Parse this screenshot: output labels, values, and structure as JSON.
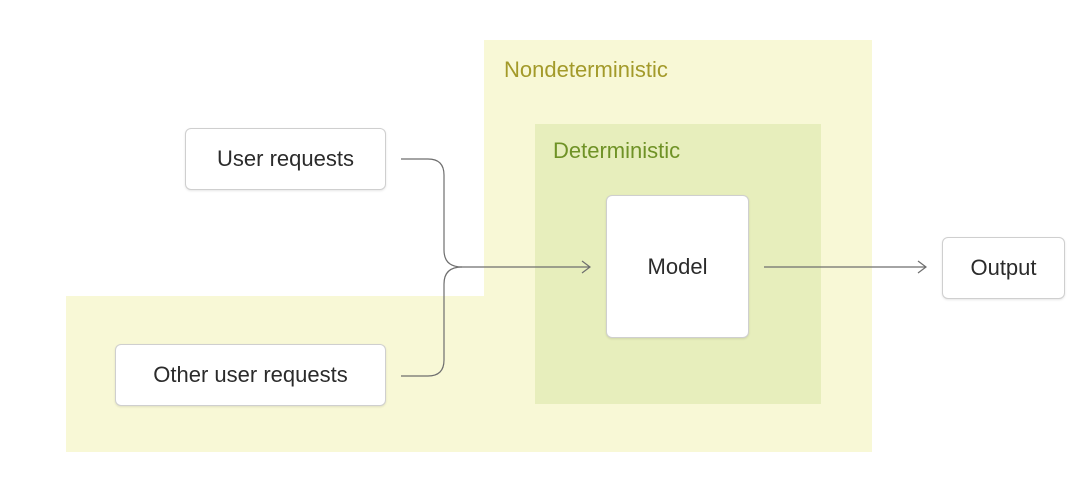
{
  "regions": {
    "nondeterministic_label": "Nondeterministic",
    "deterministic_label": "Deterministic",
    "colors": {
      "nondeterministic_fill": "#f8f8d6",
      "nondeterministic_text": "#a39a2a",
      "deterministic_fill": "#e7eebc",
      "deterministic_text": "#6f9226"
    }
  },
  "nodes": {
    "user_requests": "User requests",
    "other_user_requests": "Other user requests",
    "model": "Model",
    "output": "Output"
  },
  "edges": [
    {
      "from": "user_requests",
      "to": "model"
    },
    {
      "from": "other_user_requests",
      "to": "model"
    },
    {
      "from": "model",
      "to": "output"
    }
  ]
}
